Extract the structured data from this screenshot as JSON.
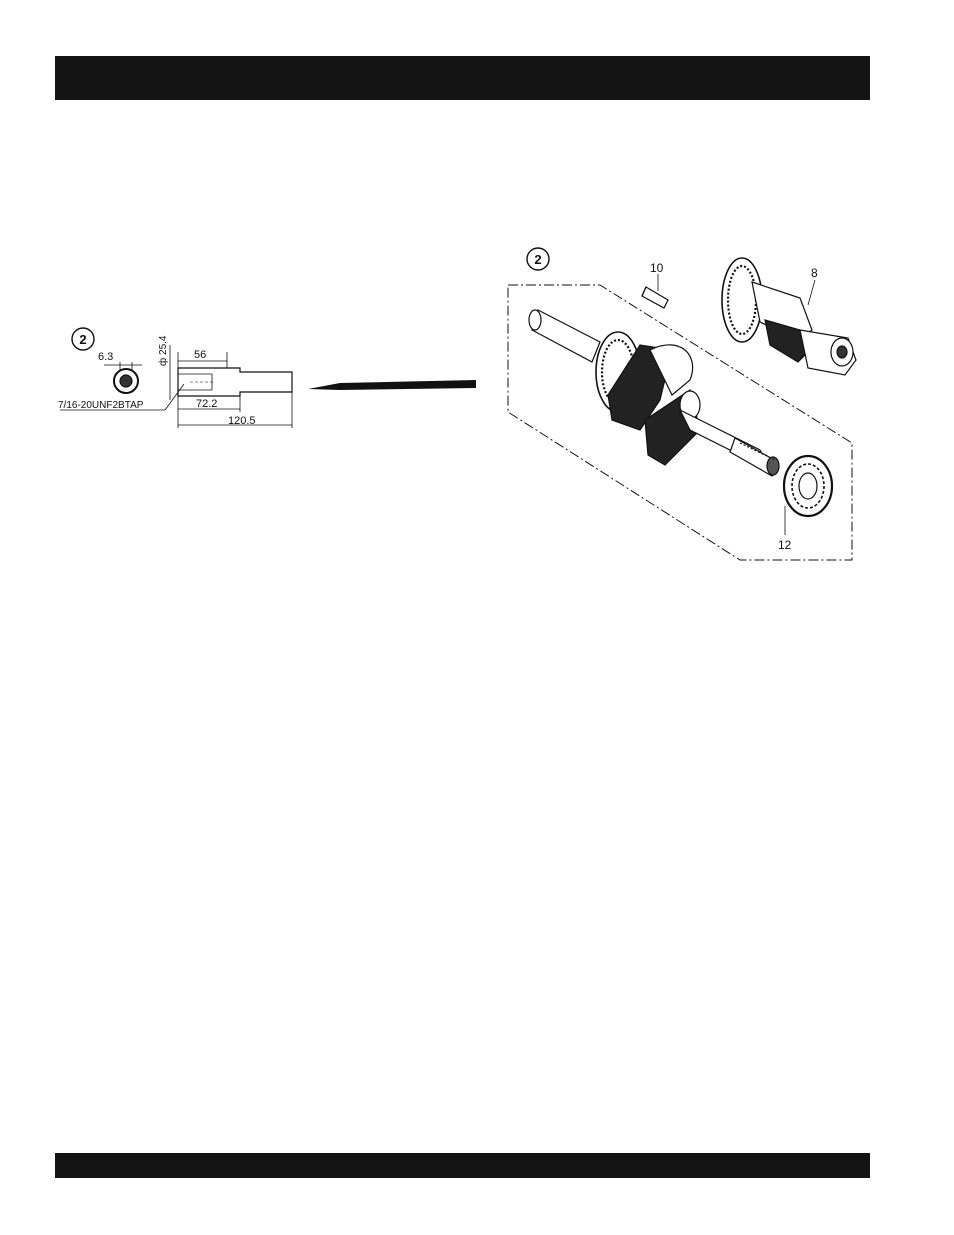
{
  "header_band": {
    "color": "#141414"
  },
  "footer_band": {
    "color": "#141414"
  },
  "detail_view": {
    "callout": "2",
    "dims": {
      "d1": "6.3",
      "d2": "56",
      "d3": "ф 25.4",
      "d4": "72.2",
      "d5": "120.5",
      "thread": "7/16-20UNF2BTAP"
    }
  },
  "exploded_view": {
    "callout": "2",
    "parts": {
      "p1": "10",
      "p2": "8",
      "p3": "12"
    }
  },
  "pointer_arrow": {
    "icon": "arrow-left-icon"
  }
}
